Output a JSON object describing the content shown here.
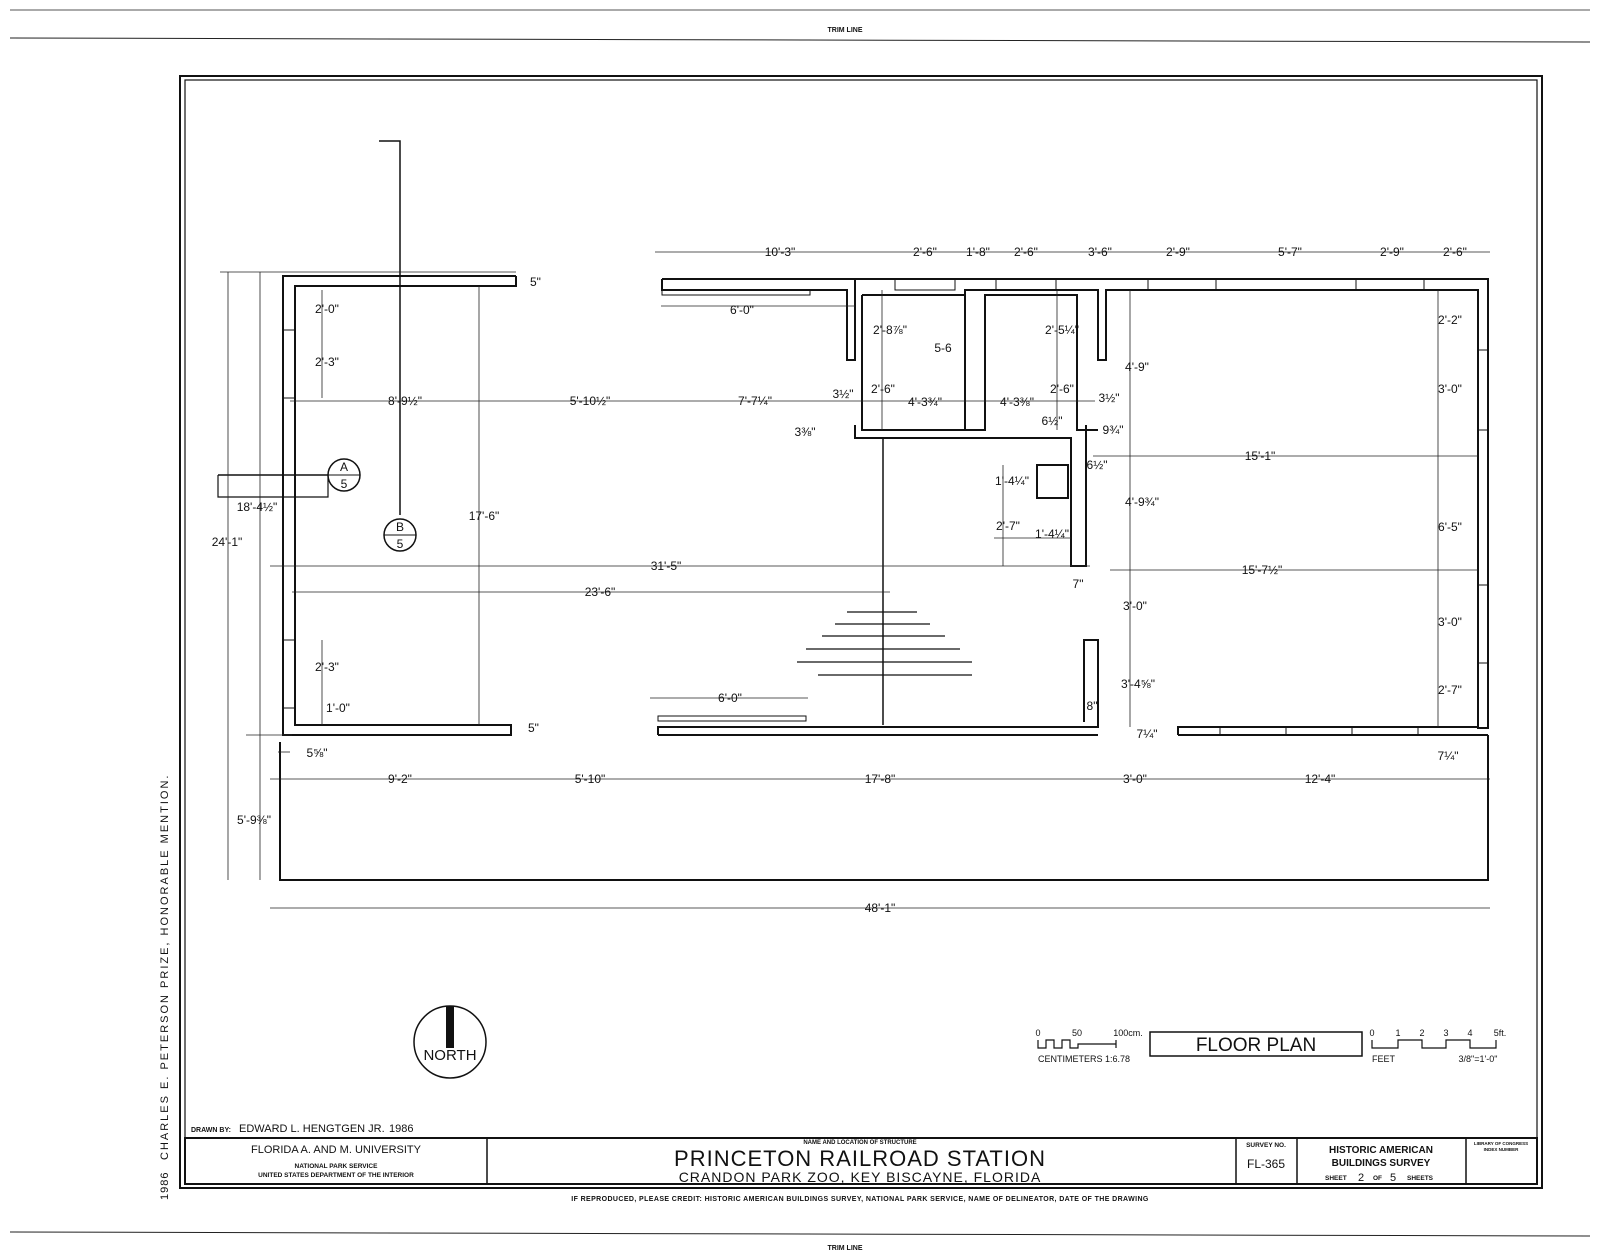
{
  "trim_line": "TRIM LINE",
  "side_note": {
    "year": "1986",
    "prize": "CHARLES E. PETERSON PRIZE, HONORABLE MENTION."
  },
  "section_markers": [
    {
      "letter": "A",
      "sheet": "5"
    },
    {
      "letter": "B",
      "sheet": "5"
    }
  ],
  "dimensions": {
    "top": [
      "10'-3\"",
      "2'-6\"",
      "1'-8\"",
      "2'-6\"",
      "3'-6\"",
      "2'-9\"",
      "5'-7\"",
      "2'-9\"",
      "2'-6\""
    ],
    "top_notch": "5\"",
    "window_top_left": "6'-0\"",
    "left_bay": [
      "2'-0\"",
      "2'-3\""
    ],
    "room_a": [
      "2'-8⅞\"",
      "5-6",
      "2'-6\"",
      "3½\"",
      "4'-3¾\"",
      "3⅜\""
    ],
    "room_b": [
      "2'-5¼\"",
      "2'-6\"",
      "4'-3⅜\"",
      "6½\"",
      "3½\"",
      "9¾\"",
      "6½\""
    ],
    "chimney": [
      "1'-4¼\"",
      "2'-7\"",
      "1'-4¼\"",
      "7\""
    ],
    "horizontal_main": [
      "8'-9½\"",
      "5'-10½\"",
      "7'-7¼\""
    ],
    "verticals": [
      "18'-4½\"",
      "24'-1\"",
      "17'-6\""
    ],
    "east_room": [
      "4'-9\"",
      "15'-1\"",
      "4'-9¾\"",
      "15'-7½\"",
      "3'-0\"",
      "3'-4⅝\"",
      "8\"",
      "7¼\""
    ],
    "east_wall": [
      "2'-2\"",
      "3'-0\"",
      "6'-5\"",
      "3'-0\"",
      "2'-7\""
    ],
    "long_runs": [
      "31'-5\"",
      "23'-6\""
    ],
    "lower_left": [
      "2'-3\"",
      "1'-0\""
    ],
    "window_bottom": "6'-0\"",
    "bottom_notch": "5\"",
    "bottom_offset": "5⅝\"",
    "bottom_row": [
      "9'-2\"",
      "5'-10\"",
      "17'-8\"",
      "3'-0\"",
      "12'-4\""
    ],
    "corner": "7¼\"",
    "left_low": "5'-9⅜\"",
    "overall": "48'-1\""
  },
  "north": "NORTH",
  "scale": {
    "metric_ticks": [
      "0",
      "50",
      "100cm."
    ],
    "metric_label": "CENTIMETERS 1:6.78",
    "title": "FLOOR PLAN",
    "imperial_ticks": [
      "0",
      "1",
      "2",
      "3",
      "4",
      "5ft."
    ],
    "feet_label": "FEET",
    "ratio": "3/8\"=1'-0\""
  },
  "drawn_by": {
    "prefix": "DRAWN BY:",
    "name": "EDWARD L. HENGTGEN JR.",
    "year": "1986"
  },
  "title_block": {
    "university": "FLORIDA A. AND M. UNIVERSITY",
    "agency1": "NATIONAL PARK SERVICE",
    "agency2": "UNITED STATES DEPARTMENT OF THE INTERIOR",
    "structure_label": "NAME AND LOCATION OF STRUCTURE",
    "structure_name": "PRINCETON RAILROAD STATION",
    "location": "CRANDON PARK ZOO, KEY BISCAYNE, FLORIDA",
    "survey_label": "SURVEY NO.",
    "survey_no": "FL-365",
    "habs_line1": "HISTORIC AMERICAN",
    "habs_line2": "BUILDINGS SURVEY",
    "sheet_prefix": "SHEET",
    "sheet_no": "2",
    "sheet_of": "OF",
    "sheet_total": "5",
    "sheet_suffix": "SHEETS",
    "loc_line1": "LIBRARY OF CONGRESS",
    "loc_line2": "INDEX NUMBER"
  },
  "credit": "IF REPRODUCED, PLEASE CREDIT: HISTORIC AMERICAN BUILDINGS SURVEY, NATIONAL PARK SERVICE, NAME OF DELINEATOR, DATE OF THE DRAWING"
}
